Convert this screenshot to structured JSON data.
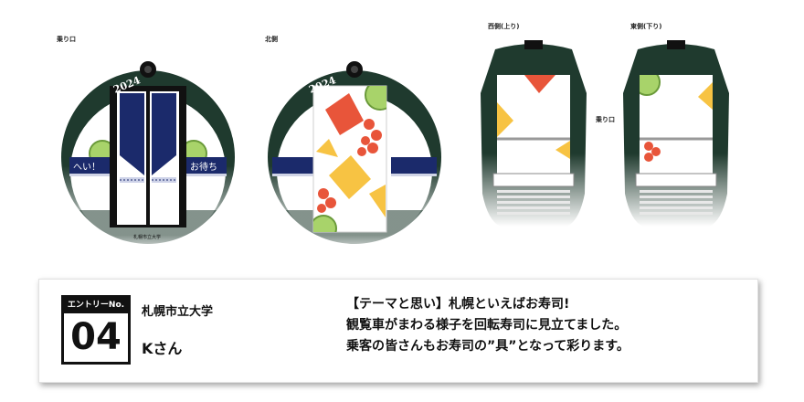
{
  "views": {
    "entrance": "乗り口",
    "north": "北側",
    "west": "西側(上り)",
    "east": "東側(下り)",
    "side_entrance": "乗り口"
  },
  "gondola": {
    "year": "2024",
    "banner_left": "へい！",
    "banner_right": "お待ち",
    "school_mark": "札幌市立大学"
  },
  "entry": {
    "badge_label": "エントリーNo.",
    "number": "04",
    "school": "札幌市立大学",
    "person": "Kさん",
    "theme_lines": [
      "【テーマと思い】札幌といえばお寿司!",
      "観覧車がまわる様子を回転寿司に見立てました。",
      "乗客の皆さんもお寿司の”具”となって彩ります。"
    ]
  },
  "colors": {
    "body_green": "#1f3a2e",
    "navy": "#1b2a6b",
    "salmon": "#e8553a",
    "tamago": "#f7c343",
    "cucumber": "#a8d36a"
  }
}
